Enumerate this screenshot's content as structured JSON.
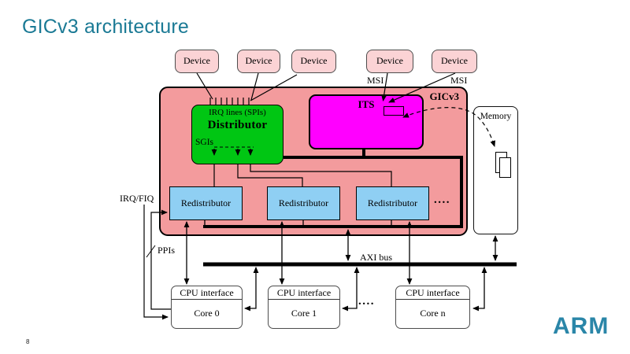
{
  "slide": {
    "title": "GICv3 architecture",
    "page_number": "8",
    "logo": "ARM"
  },
  "colors": {
    "title_teal": "#1b7a95",
    "logo_teal": "#2a86a8",
    "gic_fill": "#f39b9d",
    "device_fill": "#fbd3d5",
    "distributor_fill": "#00c613",
    "its_fill": "#ff00ff",
    "redistributor_fill": "#8fcff3",
    "line_black": "#000000"
  },
  "diagram": {
    "devices": [
      "Device",
      "Device",
      "Device",
      "Device",
      "Device"
    ],
    "msi_labels": [
      "MSI",
      "MSI"
    ],
    "gic": {
      "label": "GICv3"
    },
    "distributor": {
      "irq_label": "IRQ lines (SPIs)",
      "title": "Distributor",
      "sgi_label": "SGIs"
    },
    "its": {
      "label": "ITS"
    },
    "memory": {
      "label": "Memory"
    },
    "redistributors": [
      "Redistributor",
      "Redistributor",
      "Redistributor"
    ],
    "redistributor_ellipsis": "....",
    "cpus": [
      {
        "interface": "CPU interface",
        "core": "Core 0"
      },
      {
        "interface": "CPU interface",
        "core": "Core 1"
      },
      {
        "interface": "CPU interface",
        "core": "Core n"
      }
    ],
    "cpu_ellipsis": "....",
    "labels": {
      "irq_fiq": "IRQ/FIQ",
      "ppis": "PPIs",
      "axi": "AXI bus"
    }
  }
}
